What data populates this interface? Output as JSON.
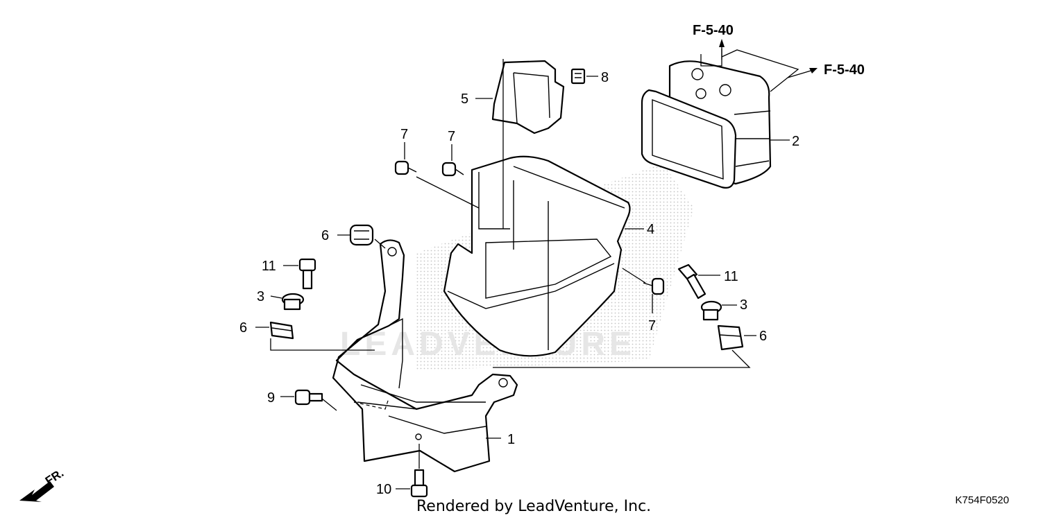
{
  "callouts": {
    "c1": "1",
    "c2": "2",
    "c3a": "3",
    "c3b": "3",
    "c4": "4",
    "c5": "5",
    "c6a": "6",
    "c6b": "6",
    "c6c": "6",
    "c7a": "7",
    "c7b": "7",
    "c7c": "7",
    "c8": "8",
    "c9": "9",
    "c10": "10",
    "c11a": "11",
    "c11b": "11"
  },
  "references": {
    "top": "F-5-40",
    "right": "F-5-40"
  },
  "front_marker": "FR.",
  "watermark": "LEADVENTURE",
  "footer": {
    "rendered_by": "Rendered by LeadVenture, Inc.",
    "figure_code": "K754F0520"
  }
}
